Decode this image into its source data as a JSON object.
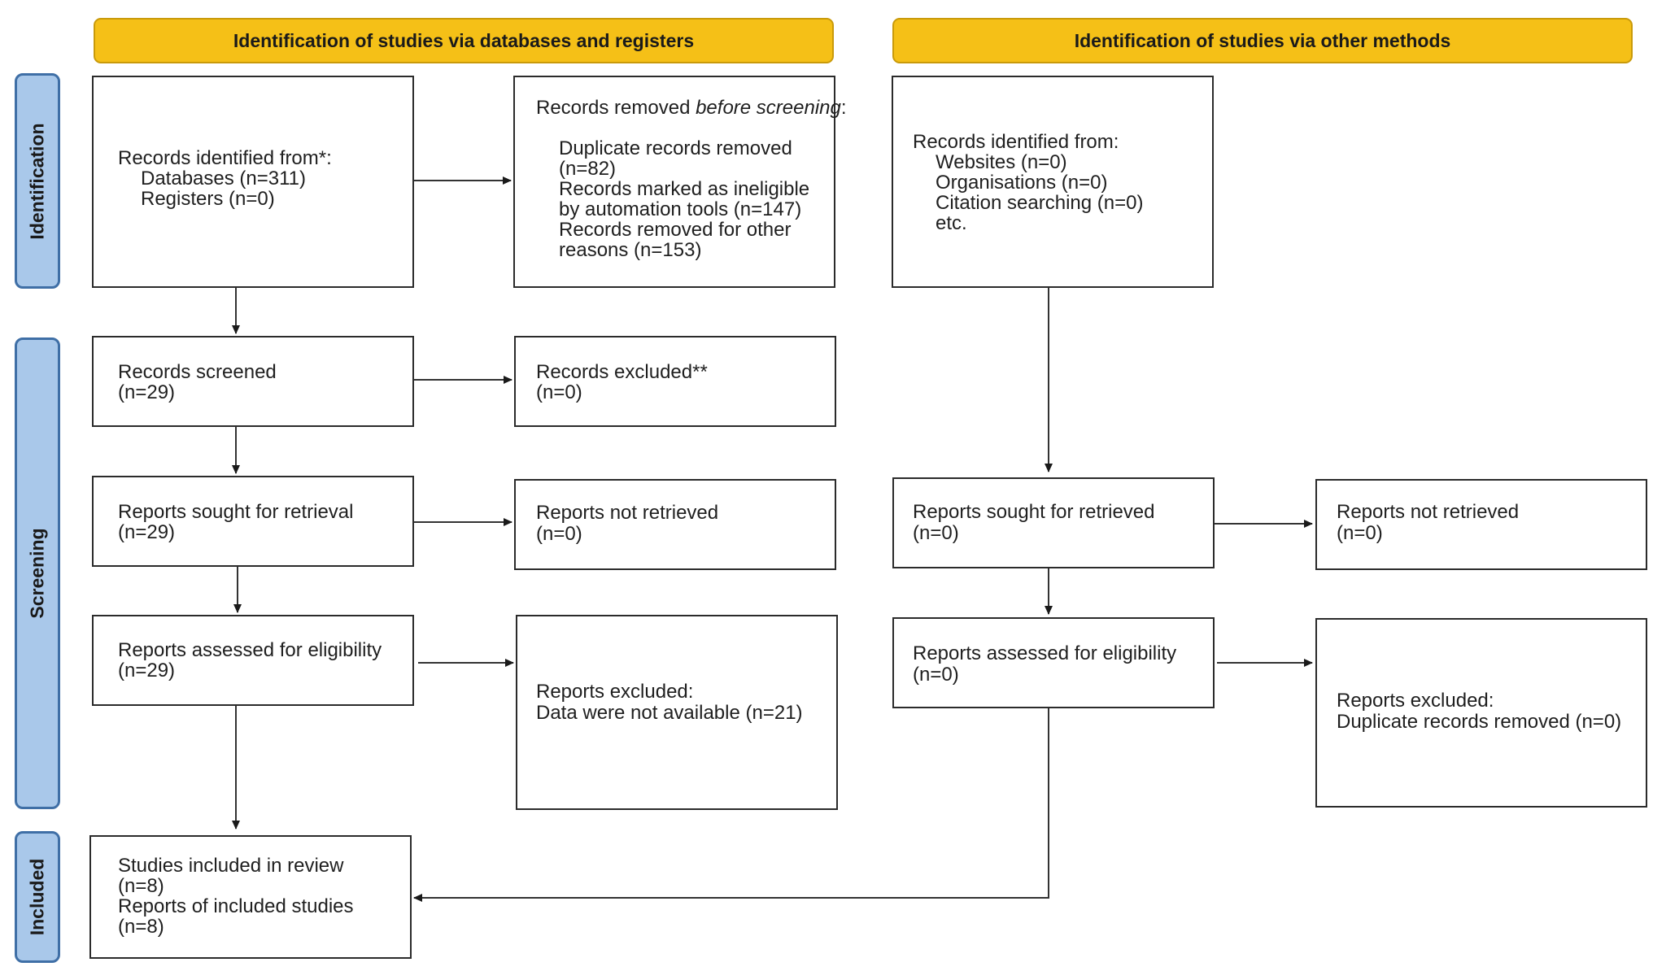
{
  "headers": {
    "left": "Identification of studies via databases and registers",
    "right": "Identification of studies via other methods"
  },
  "phases": {
    "identification": "Identification",
    "screening": "Screening",
    "included": "Included"
  },
  "db": {
    "identified": {
      "title": "Records identified from*:",
      "databases": "Databases (n=311)",
      "registers": "Registers (n=0)"
    },
    "removed": {
      "title_pre": "Records removed ",
      "title_em": "before screening",
      "title_post": ":",
      "dup_1": "Duplicate records removed",
      "dup_2": "(n=82)",
      "auto_1": "Records marked as ineligible",
      "auto_2": "by automation tools (n=147)",
      "other_1": "Records removed for other",
      "other_2": "reasons (n=153)"
    },
    "screened": {
      "title": "Records screened",
      "n": "(n=29)"
    },
    "excluded": {
      "title": "Records excluded**",
      "n": "(n=0)"
    },
    "sought": {
      "title": "Reports sought for retrieval",
      "n": "(n=29)"
    },
    "not_retrieved": {
      "title": "Reports not retrieved",
      "n": "(n=0)"
    },
    "assessed": {
      "title": "Reports assessed for eligibility",
      "n": "(n=29)"
    },
    "reports_excluded": {
      "title": "Reports excluded:",
      "reason": "Data were not available (n=21)"
    },
    "included": {
      "studies": "Studies included in review",
      "studies_n": "(n=8)",
      "reports": "Reports of included studies",
      "reports_n": "(n=8)"
    }
  },
  "other": {
    "identified": {
      "title": "Records identified from:",
      "websites": "Websites (n=0)",
      "organisations": "Organisations (n=0)",
      "citation": "Citation searching (n=0)",
      "etc": "etc."
    },
    "sought": {
      "title": "Reports sought for retrieved",
      "n": "(n=0)"
    },
    "not_retrieved": {
      "title": "Reports not retrieved",
      "n": "(n=0)"
    },
    "assessed": {
      "title": "Reports assessed for eligibility",
      "n": "(n=0)"
    },
    "reports_excluded": {
      "title": "Reports excluded:",
      "reason": "Duplicate records removed (n=0)"
    }
  }
}
